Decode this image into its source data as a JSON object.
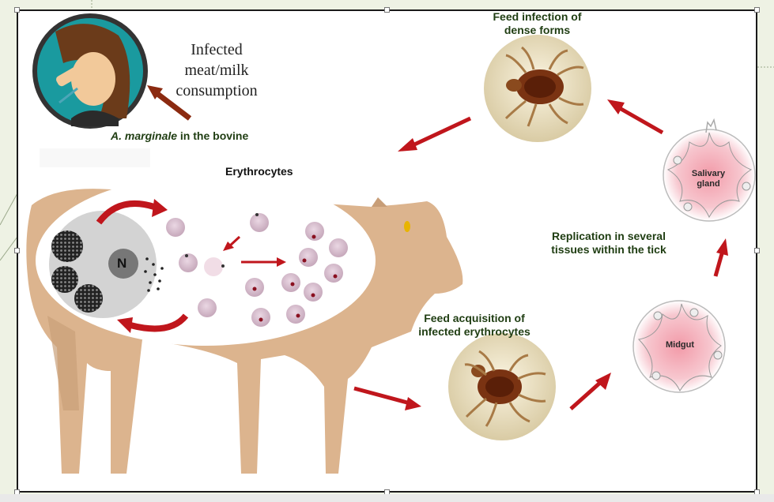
{
  "labels": {
    "consumption": "Infected meat/milk consumption",
    "bovine_prefix": "A. marginale",
    "bovine_suffix": " in the bovine",
    "erythrocytes": "Erythrocytes",
    "nucleus": "N",
    "feed_infection": "Feed infection of dense forms",
    "salivary": "Salivary gland",
    "replication": "Replication in several tissues within the tick",
    "feed_acquisition": "Feed acquisition of infected erythrocytes",
    "midgut": "Midgut"
  },
  "colors": {
    "arrow": "#c0161c",
    "brown_arrow": "#8b2a10",
    "label_text": "#1f3d12",
    "cow": "#dcb48e",
    "organ_fill": "#f4a9b4"
  },
  "icons": {
    "person": "sick-person-icon",
    "tick": "tick-icon",
    "cow": "cow-icon"
  }
}
